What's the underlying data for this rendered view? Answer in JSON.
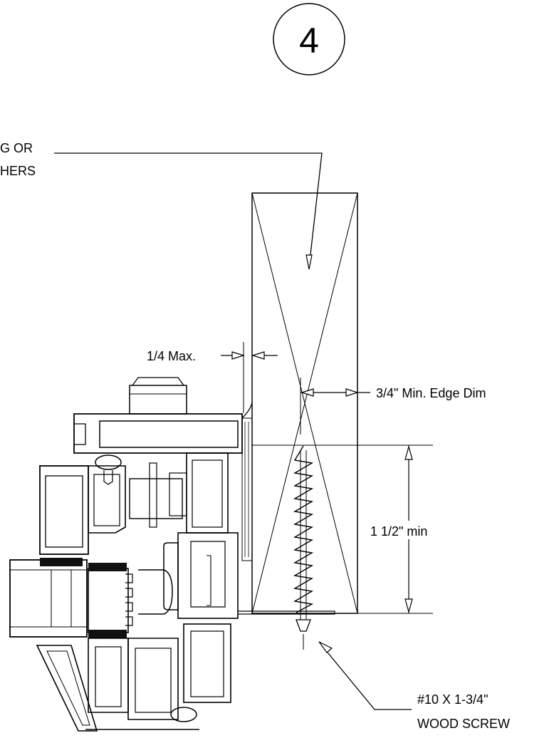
{
  "detail": {
    "number": "4"
  },
  "callouts": {
    "top_left_line1": "G OR",
    "top_left_line2": "HERS",
    "gap": "1/4 Max.",
    "edge": "3/4\" Min. Edge Dim",
    "embed": "1 1/2\" min",
    "screw_line1": "#10 X 1-3/4\"",
    "screw_line2": "WOOD SCREW"
  }
}
